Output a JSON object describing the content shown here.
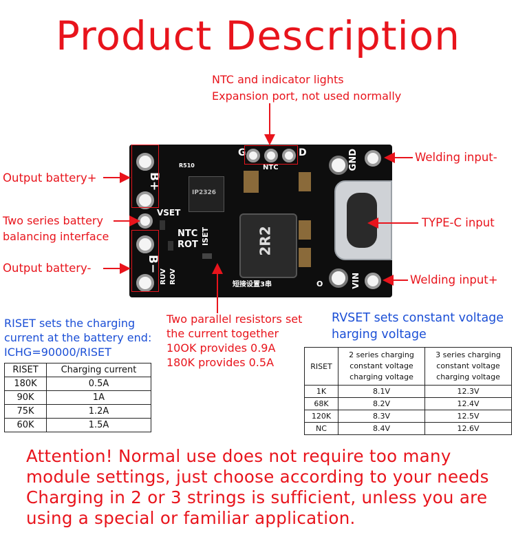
{
  "title": "Product Description",
  "board": {
    "silk_g": "G",
    "silk_d": "D",
    "silk_ntc_top": "NTC",
    "silk_gnd": "GND",
    "silk_bplus": "B+",
    "silk_vset": "VSET",
    "silk_ntc": "NTC",
    "silk_rot": "ROT",
    "silk_iset": "ISET",
    "silk_bminus": "B−",
    "silk_ruv": "RUV",
    "silk_rov": "ROV",
    "silk_vin": "VIN",
    "silk_o": "O",
    "inductor_label": "2R2",
    "chip_label": "IP2326",
    "cn_text": "短接设置3串",
    "r510": "R510"
  },
  "labels": {
    "ntc_line1": "NTC and indicator lights",
    "ntc_line2": "Expansion port, not used normally",
    "output_plus": "Output battery+",
    "balance_line1": "Two series battery",
    "balance_line2": "balancing interface",
    "output_minus": "Output battery-",
    "welding_minus": "Welding input-",
    "typec": "TYPE-C input",
    "welding_plus": "Welding input+",
    "riset_line1": "RISET sets the charging",
    "riset_line2": "current at the battery end:",
    "riset_line3": "ICHG=90000/RISET",
    "parallel_line1": "Two parallel resistors set",
    "parallel_line2": "the current together",
    "parallel_line3": "10OK provides 0.9A",
    "parallel_line4": "180K provides 0.5A",
    "rvset_line1": "RVSET sets constant voltage",
    "rvset_line2": "harging voltage"
  },
  "table_current": {
    "headers": [
      "RISET",
      "Charging current"
    ],
    "rows": [
      [
        "180K",
        "0.5A"
      ],
      [
        "90K",
        "1A"
      ],
      [
        "75K",
        "1.2A"
      ],
      [
        "60K",
        "1.5A"
      ]
    ]
  },
  "table_voltage": {
    "header_riset": "RISET",
    "header_2s_l1": "2 series charging",
    "header_2s_l2": "constant voltage",
    "header_2s_l3": "charging voltage",
    "header_3s_l1": "3 series charging",
    "header_3s_l2": "constant voltage",
    "header_3s_l3": "charging voltage",
    "rows": [
      [
        "1K",
        "8.1V",
        "12.3V"
      ],
      [
        "68K",
        "8.2V",
        "12.4V"
      ],
      [
        "120K",
        "8.3V",
        "12.5V"
      ],
      [
        "NC",
        "8.4V",
        "12.6V"
      ]
    ]
  },
  "attention": {
    "line1": "Attention! Normal use does not require too many",
    "line2": "module settings, just choose according to your needs",
    "line3": "Charging in 2 or 3 strings is sufficient, unless you are",
    "line4": "using a special or familiar application."
  },
  "colors": {
    "annotation_red": "#e8141c",
    "heading_blue": "#1b4fd6",
    "board_black": "#0e0e0e"
  }
}
